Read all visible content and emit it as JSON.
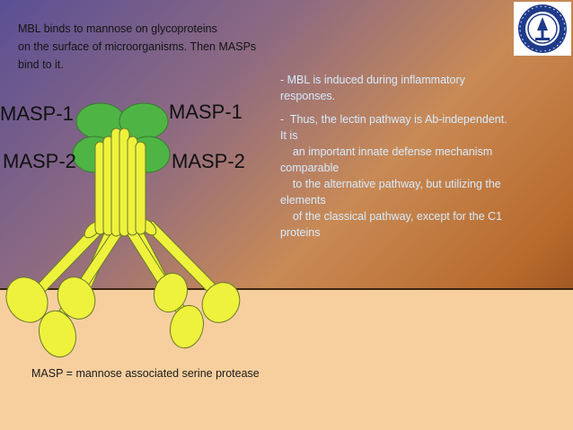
{
  "intro": {
    "lines": [
      "MBL binds to mannose on glycoproteins",
      "on the surface of microorganisms. Then MASPs",
      "bind to it."
    ]
  },
  "bullets": {
    "lines": [
      "- MBL is induced during inflammatory",
      "responses.",
      "-  Thus, the lectin pathway is Ab-independent.",
      "It is",
      "    an important innate defense mechanism",
      "comparable",
      "    to the alternative pathway, but utilizing the",
      "elements",
      "    of the classical pathway, except for the C1",
      "proteins"
    ]
  },
  "labels": {
    "masp1_left": "MASP-1",
    "masp1_right": "MASP-1",
    "masp2_left": "MASP-2",
    "masp2_right": "MASP-2"
  },
  "footnote": "MASP = mannose associated serine protease",
  "colors": {
    "protein_green": "#4eb544",
    "mbl_yellow": "#eef23c",
    "outline": "#6a7a2a",
    "surface": "#f7cf9e",
    "bullet_text": "#d7ecff"
  },
  "logo": {
    "icon": "university-emblem-icon"
  }
}
